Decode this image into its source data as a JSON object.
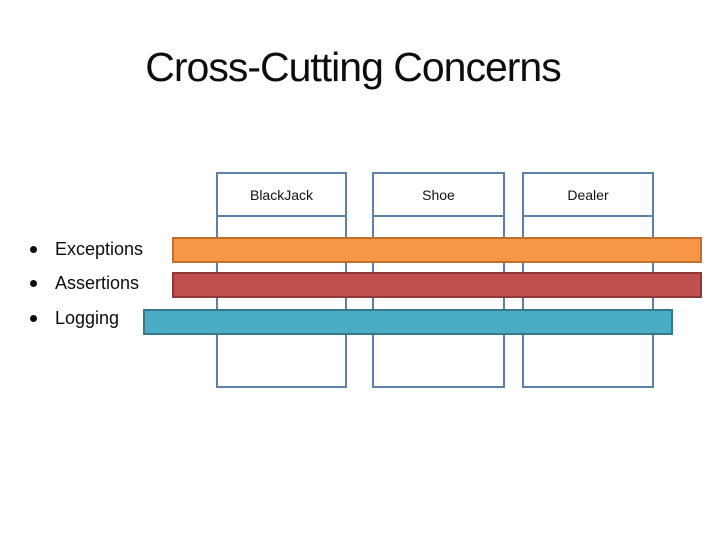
{
  "slide": {
    "title": "Cross-Cutting Concerns",
    "components": [
      {
        "label": "BlackJack"
      },
      {
        "label": "Shoe"
      },
      {
        "label": "Dealer"
      }
    ],
    "concerns": [
      {
        "label": "Exceptions",
        "bar_fill": "#F79646",
        "bar_border": "#BE7031"
      },
      {
        "label": "Assertions",
        "bar_fill": "#C0504D",
        "bar_border": "#8E3836"
      },
      {
        "label": "Logging",
        "bar_fill": "#4BACC6",
        "bar_border": "#35788C"
      }
    ],
    "colors": {
      "background": "#FFFFFF",
      "box_border": "#5B81A8",
      "text": "#0D0D0D"
    }
  }
}
